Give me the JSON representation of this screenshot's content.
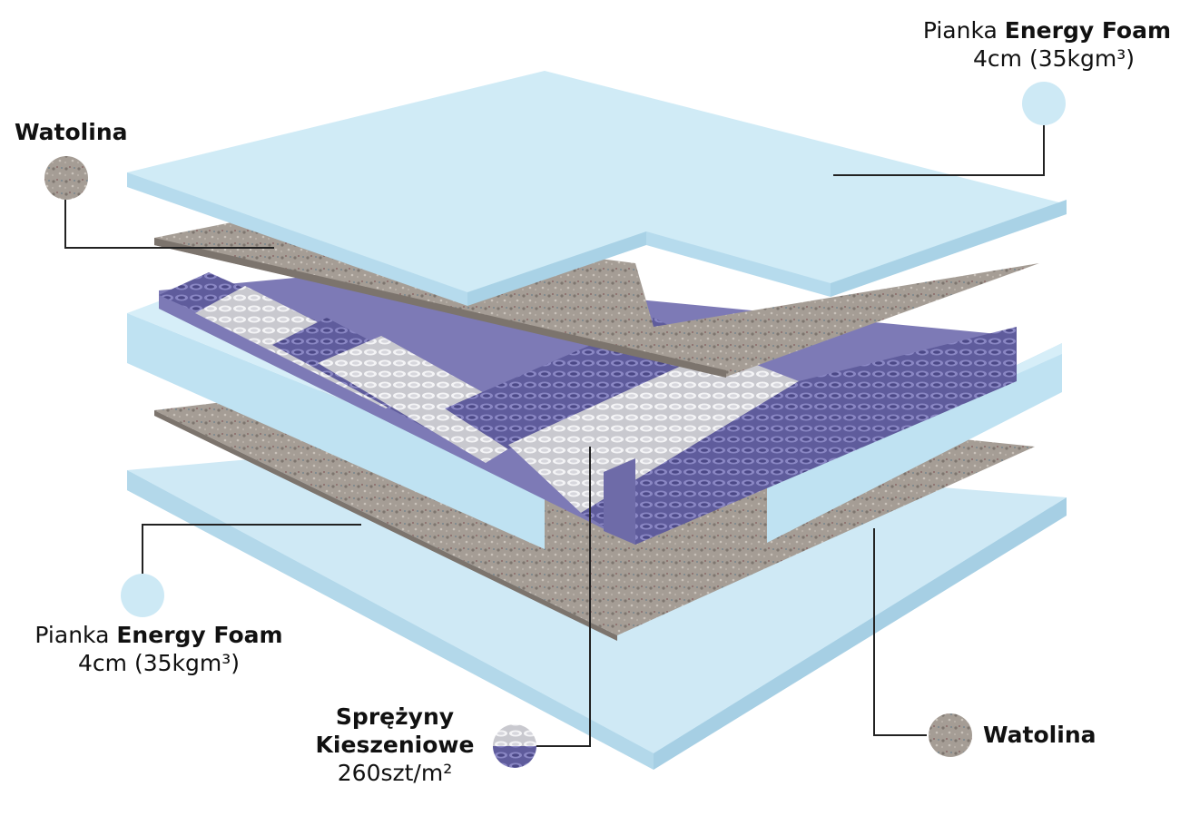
{
  "labels": {
    "top_foam": {
      "prefix": "Pianka ",
      "name": "Energy Foam",
      "spec": "4cm (35kgm³)"
    },
    "top_batting": {
      "name": "Watolina"
    },
    "bottom_foam": {
      "prefix": "Pianka ",
      "name": "Energy Foam",
      "spec": "4cm (35kgm³)"
    },
    "springs": {
      "line1": "Sprężyny",
      "line2": "Kieszeniowe",
      "spec": "260szt/m²"
    },
    "bottom_batting": {
      "name": "Watolina"
    }
  },
  "colors": {
    "foam": "#cde9f5",
    "foam_edge": "#a9d3e8",
    "batting": "#9c948c",
    "spring_purple": "#6d6aa8",
    "spring_white": "#e9e9ec",
    "line": "#222222"
  }
}
